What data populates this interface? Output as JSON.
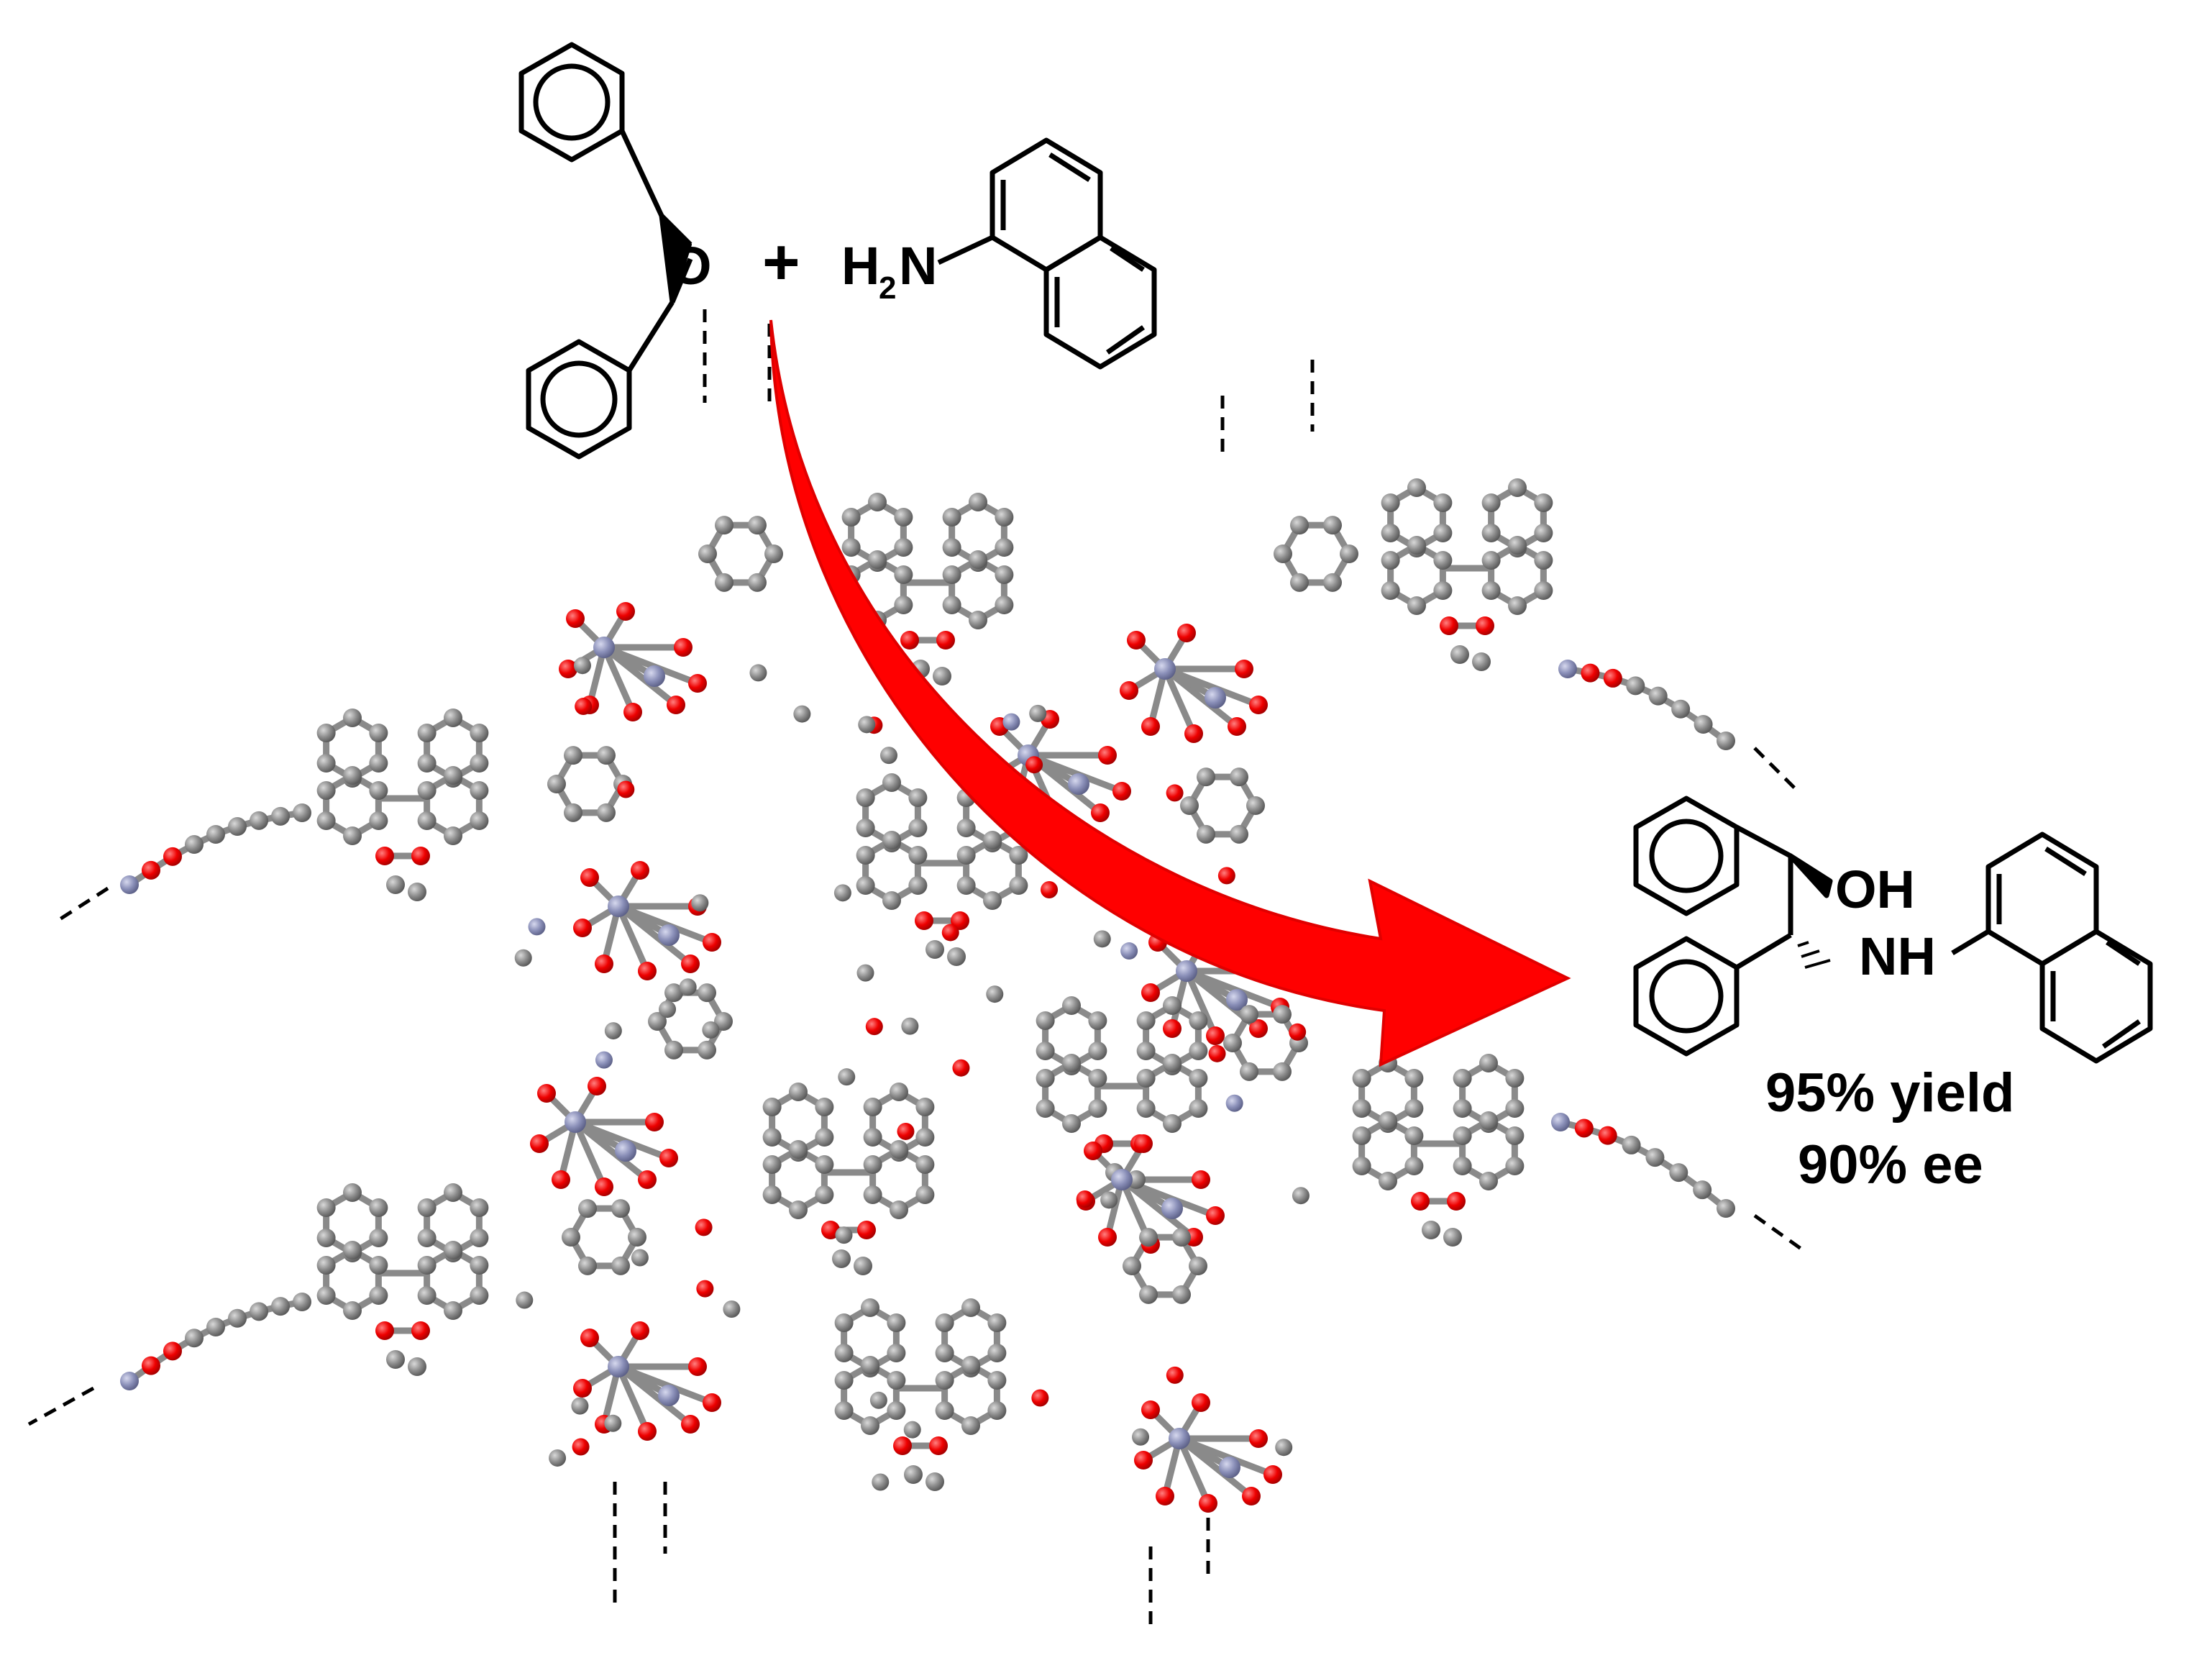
{
  "reaction": {
    "epoxide_oxygen": "O",
    "plus_sign": "+",
    "amine_h": "H",
    "amine_sub": "2",
    "amine_n": "N"
  },
  "product": {
    "oh_label": "OH",
    "nh_label": "NH",
    "yield_text": "95% yield",
    "ee_text": "90% ee"
  },
  "colors": {
    "carbon": "#7f7f7f",
    "oxygen": "#ee0000",
    "metal": "#8a8fb8",
    "arrow": "#ff0000",
    "bond": "#000000"
  }
}
